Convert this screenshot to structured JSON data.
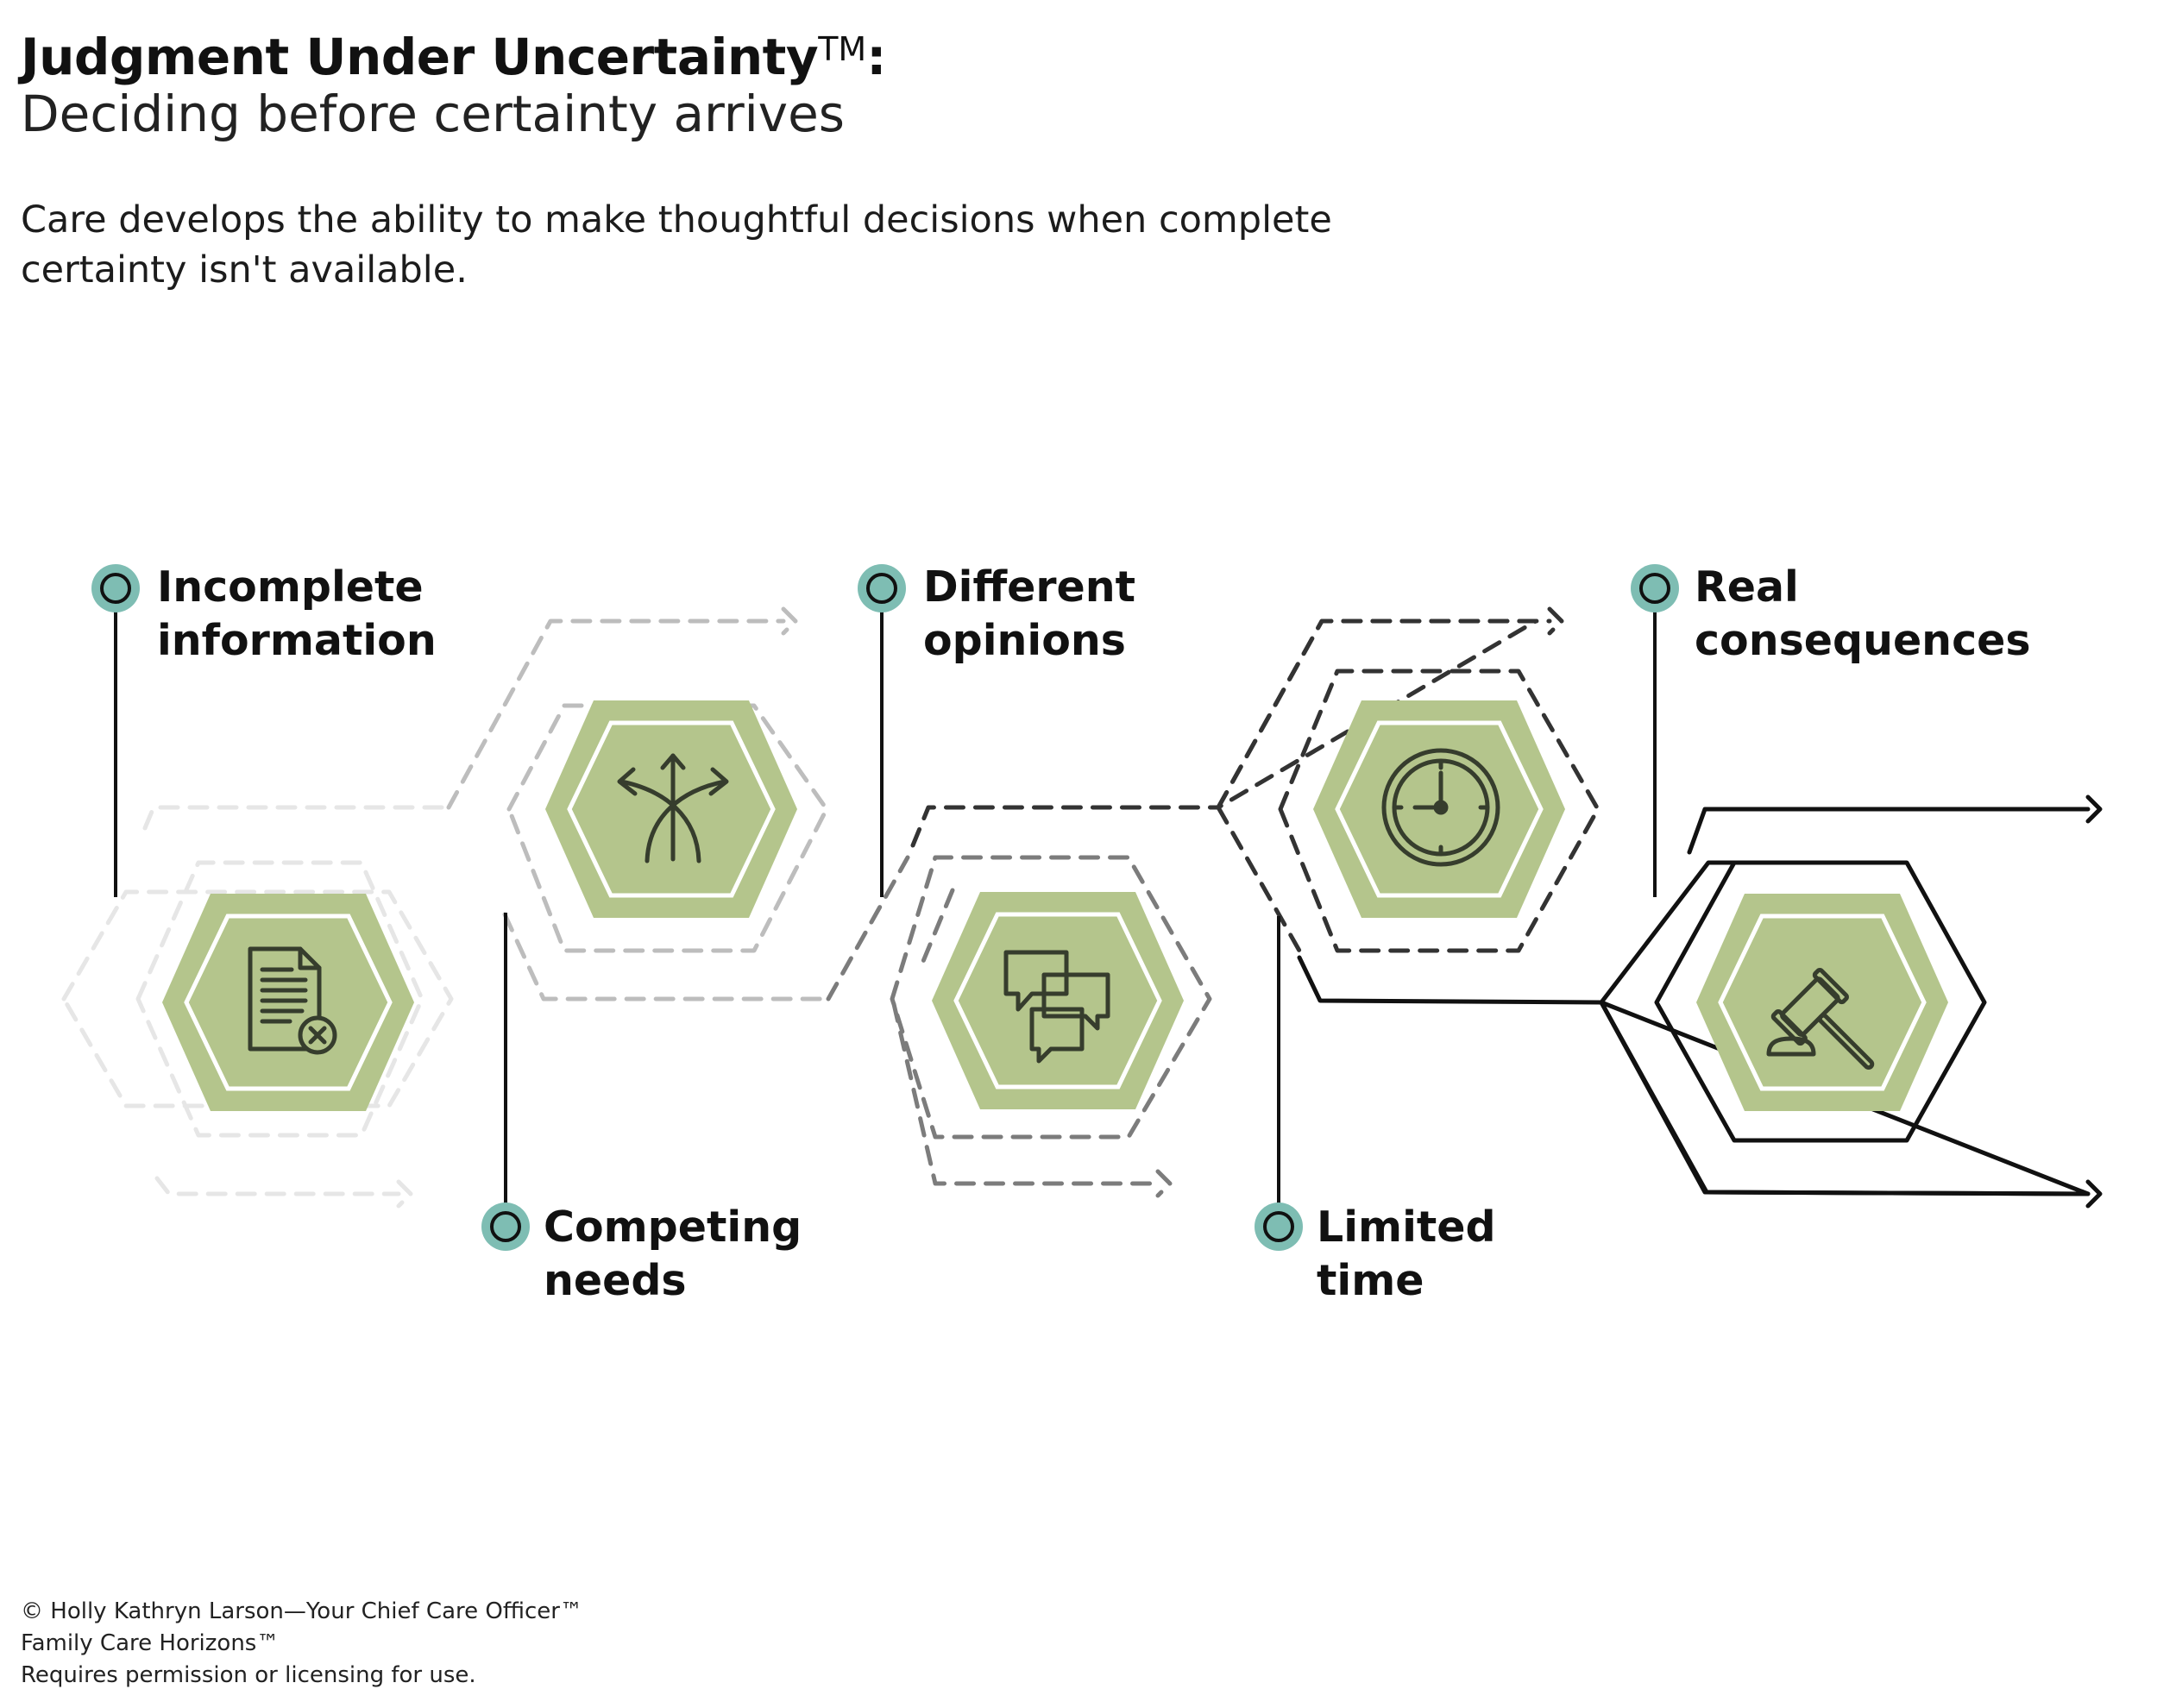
{
  "header": {
    "title": "Judgment Under Uncertainty",
    "title_trademark": "TM",
    "title_colon": ":",
    "subtitle": "Deciding before certainty arrives"
  },
  "intro": {
    "line1": "Care develops the ability to make thoughtful decisions when complete",
    "line2": "certainty isn't available."
  },
  "steps": [
    {
      "line1": "Incomplete",
      "line2": "information",
      "icon": "document-x-icon"
    },
    {
      "line1": "Competing",
      "line2": "needs",
      "icon": "diverging-arrows-icon"
    },
    {
      "line1": "Different",
      "line2": "opinions",
      "icon": "speech-bubbles-icon"
    },
    {
      "line1": "Limited",
      "line2": "time",
      "icon": "clock-icon"
    },
    {
      "line1": "Real",
      "line2": "consequences",
      "icon": "gavel-icon"
    }
  ],
  "colors": {
    "hexagon_fill": "#b4c58c",
    "icon_stroke": "#363d2d",
    "marker_teal": "#7ebdb3",
    "text": "#111111",
    "outline_stages": [
      "#e6e6e6",
      "#bdbdbd",
      "#7c7c7c",
      "#333333",
      "#111111"
    ]
  },
  "footer": {
    "copyright": "© Holly Kathryn Larson—Your Chief Care Officer™",
    "program": "Family Care Horizons™",
    "license": "Requires permission or licensing for use."
  }
}
